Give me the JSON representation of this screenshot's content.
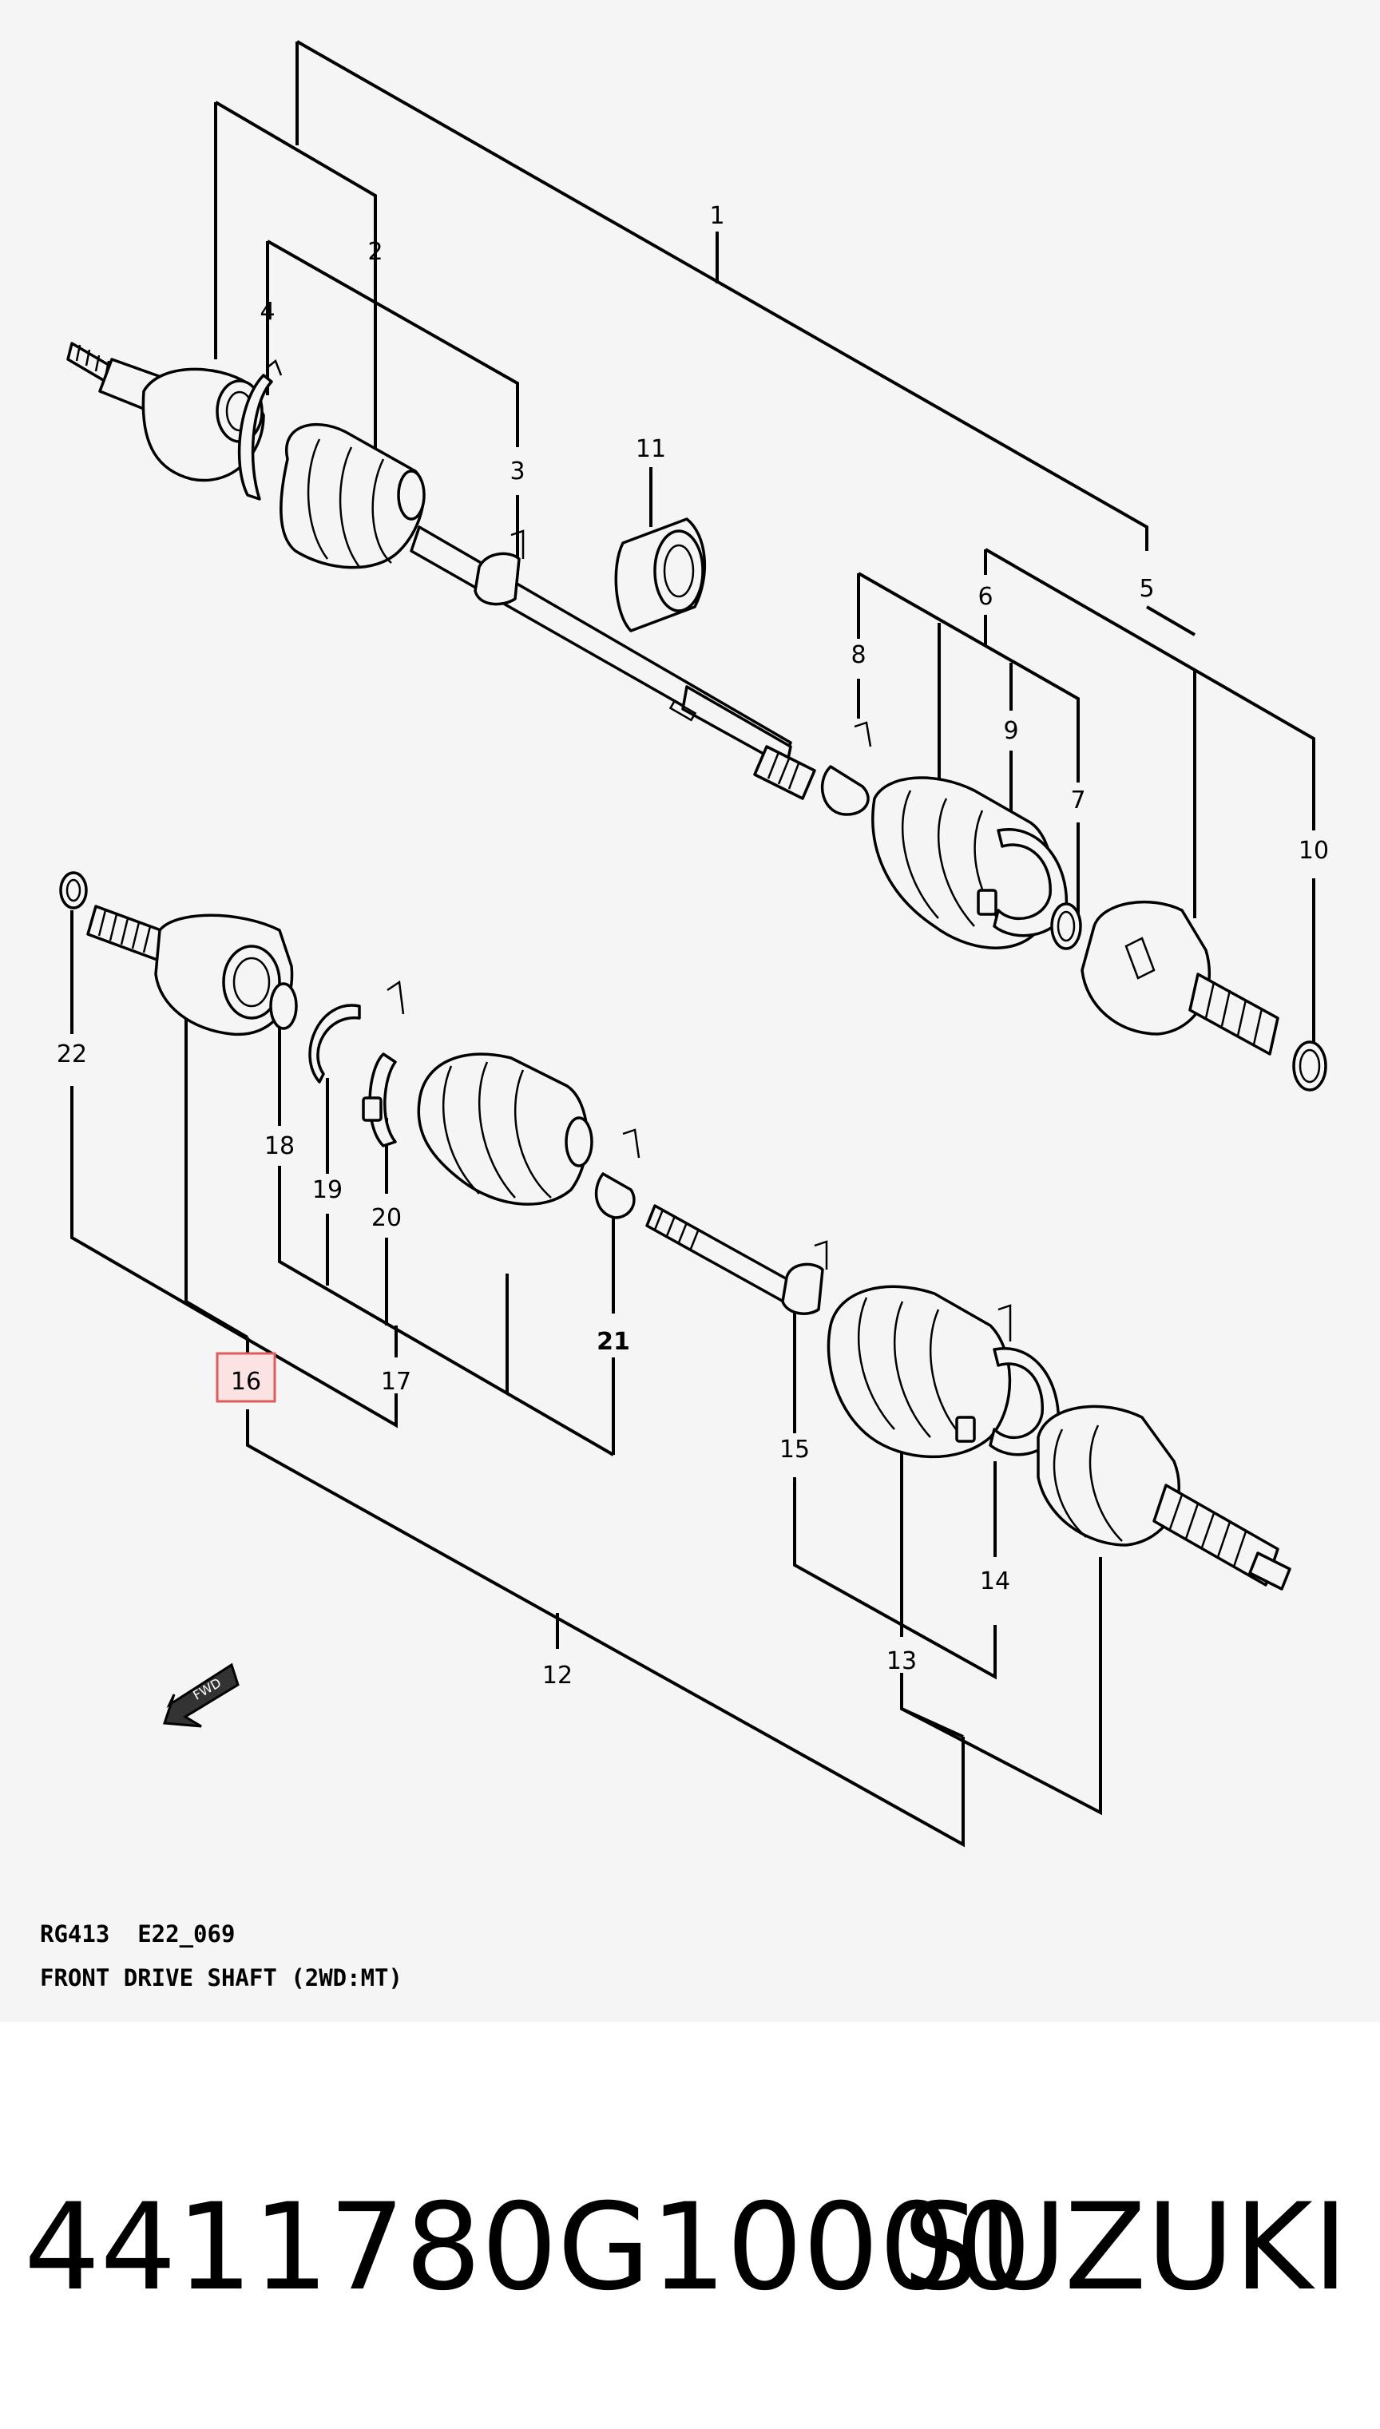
{
  "callouts": [
    {
      "id": "1",
      "label": "1"
    },
    {
      "id": "2",
      "label": "2"
    },
    {
      "id": "3",
      "label": "3"
    },
    {
      "id": "4",
      "label": "4"
    },
    {
      "id": "5",
      "label": "5"
    },
    {
      "id": "6",
      "label": "6"
    },
    {
      "id": "7",
      "label": "7"
    },
    {
      "id": "8",
      "label": "8"
    },
    {
      "id": "9",
      "label": "9"
    },
    {
      "id": "10",
      "label": "10"
    },
    {
      "id": "11",
      "label": "11"
    },
    {
      "id": "12",
      "label": "12"
    },
    {
      "id": "13",
      "label": "13"
    },
    {
      "id": "14",
      "label": "14"
    },
    {
      "id": "15",
      "label": "15"
    },
    {
      "id": "16",
      "label": "16",
      "highlighted": true
    },
    {
      "id": "17",
      "label": "17"
    },
    {
      "id": "18",
      "label": "18"
    },
    {
      "id": "19",
      "label": "19"
    },
    {
      "id": "20",
      "label": "20"
    },
    {
      "id": "21",
      "label": "21"
    },
    {
      "id": "22",
      "label": "22"
    }
  ],
  "direction_arrow": {
    "label": "FWD"
  },
  "caption": {
    "model_code": "RG413  E22_069",
    "title": "FRONT DRIVE SHAFT (2WD:MT)"
  },
  "footer": {
    "part_number": "4411780G10000",
    "brand": "SUZUKI"
  },
  "colors": {
    "diagram_background": "#f5f5f5",
    "page_background": "#ffffff",
    "highlight_fill": "#fbe3e3",
    "highlight_stroke": "#e05a5a"
  }
}
